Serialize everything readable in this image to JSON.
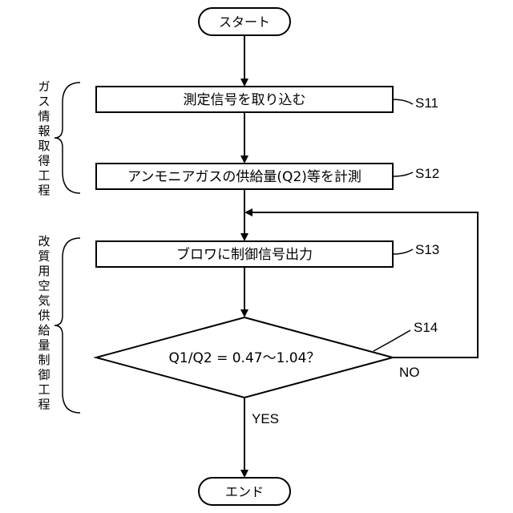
{
  "start": "スタート",
  "end": "エンド",
  "steps": [
    {
      "text": "測定信号を取り込む",
      "id": "S11"
    },
    {
      "text": "アンモニアガスの供給量(Q2)等を計測",
      "id": "S12"
    },
    {
      "text": "ブロワに制御信号出力",
      "id": "S13"
    }
  ],
  "decision": {
    "text": "Q1/Q2 = 0.47～1.04？",
    "id": "S14",
    "yes": "YES",
    "no": "NO"
  },
  "groups": [
    {
      "label": "ガス情報取得工程"
    },
    {
      "label": "改質用空気供給量制御工程"
    }
  ]
}
